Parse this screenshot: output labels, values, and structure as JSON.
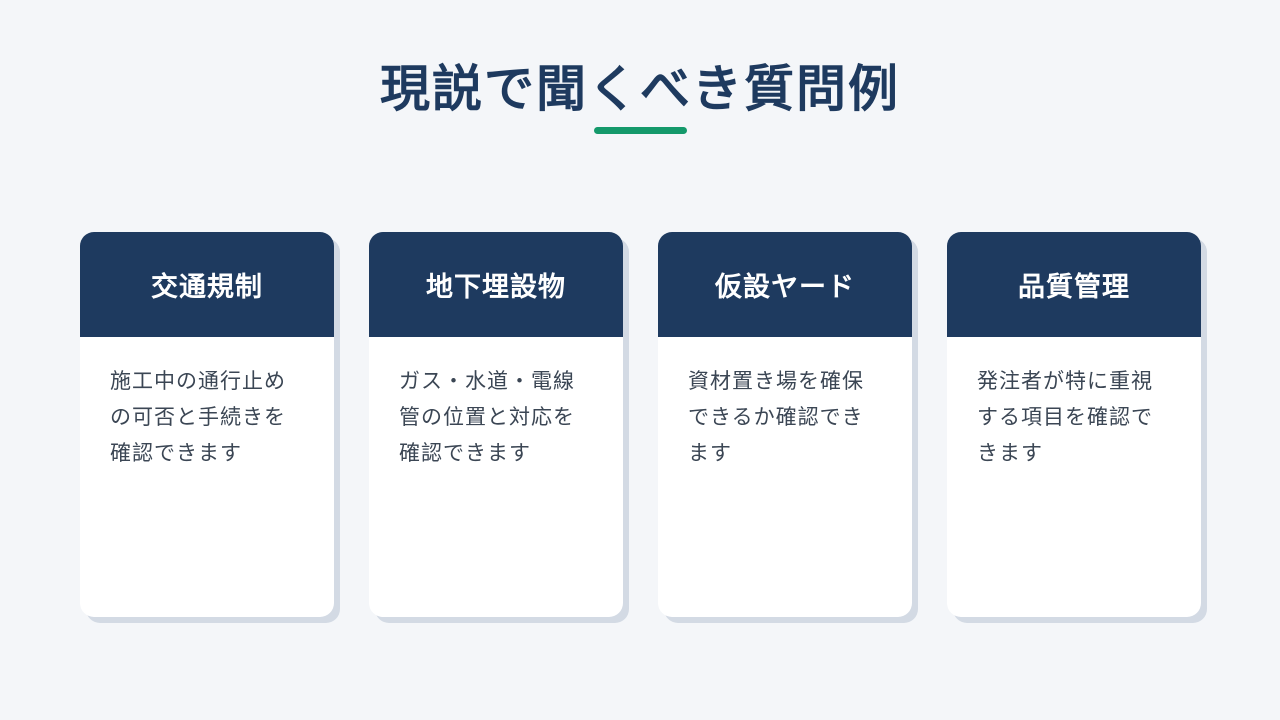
{
  "slide": {
    "title": "現説で聞くべき質問例"
  },
  "cards": [
    {
      "title": "交通規制",
      "body": "施工中の通行止めの可否と手続きを確認できます"
    },
    {
      "title": "地下埋設物",
      "body": "ガス・水道・電線管の位置と対応を確認できます"
    },
    {
      "title": "仮設ヤード",
      "body": "資材置き場を確保できるか確認できます"
    },
    {
      "title": "品質管理",
      "body": "発注者が特に重視する項目を確認できます"
    }
  ],
  "colors": {
    "navy": "#1e3a5f",
    "accent": "#14996b",
    "background": "#f4f6f9"
  }
}
